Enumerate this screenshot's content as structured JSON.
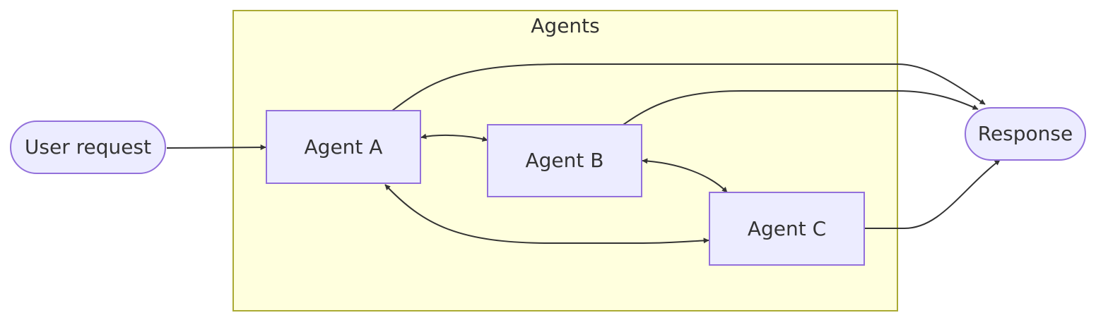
{
  "diagram": {
    "type": "flowchart",
    "direction": "left-to-right",
    "colors": {
      "node_fill": "#ECECFF",
      "node_stroke": "#9370DB",
      "cluster_fill": "#FFFFDE",
      "cluster_stroke": "#AAAA33",
      "edge_stroke": "#333333",
      "text": "#333333"
    },
    "cluster": {
      "label": "Agents"
    },
    "nodes": {
      "user_request": {
        "label": "User request",
        "shape": "stadium"
      },
      "agent_a": {
        "label": "Agent A",
        "shape": "rectangle"
      },
      "agent_b": {
        "label": "Agent B",
        "shape": "rectangle"
      },
      "agent_c": {
        "label": "Agent C",
        "shape": "rectangle"
      },
      "response": {
        "label": "Response",
        "shape": "stadium"
      }
    },
    "edges": [
      {
        "from": "User request",
        "to": "Agent A",
        "direction": "forward"
      },
      {
        "from": "Agent A",
        "to": "Agent B",
        "direction": "bidirectional"
      },
      {
        "from": "Agent B",
        "to": "Agent C",
        "direction": "bidirectional"
      },
      {
        "from": "Agent A",
        "to": "Agent C",
        "direction": "bidirectional"
      },
      {
        "from": "Agent A",
        "to": "Response",
        "direction": "forward"
      },
      {
        "from": "Agent B",
        "to": "Response",
        "direction": "forward"
      },
      {
        "from": "Agent C",
        "to": "Response",
        "direction": "forward"
      }
    ]
  }
}
